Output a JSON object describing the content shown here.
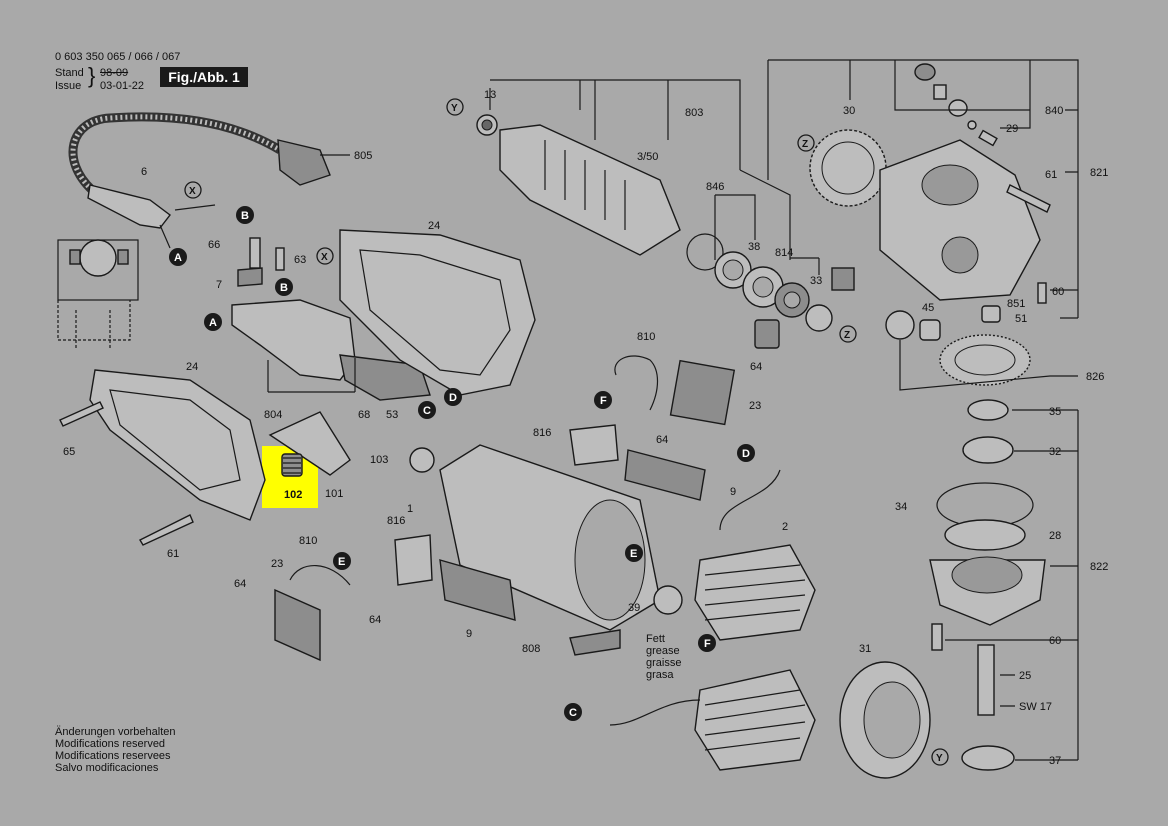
{
  "header": {
    "part_numbers": "0 603 350 065 / 066 / 067",
    "stand_label": "Stand",
    "issue_label": "Issue",
    "stand_value": "98-09",
    "issue_value": "03-01-22",
    "figure_label": "Fig./Abb. 1"
  },
  "notes": [
    "Änderungen vorbehalten",
    "Modifications reserved",
    "Modifications reservees",
    "Salvo modificaciones"
  ],
  "grease_label": [
    "Fett",
    "grease",
    "graisse",
    "grasa"
  ],
  "highlighted_part": "102",
  "highlight_color": "#ffff00",
  "part_labels": [
    "13",
    "803",
    "3/50",
    "846",
    "38",
    "814",
    "33",
    "30",
    "840",
    "29",
    "821",
    "61",
    "60",
    "851",
    "51",
    "45",
    "826",
    "35",
    "32",
    "34",
    "28",
    "822",
    "60",
    "25",
    "SW 17",
    "37",
    "805",
    "6",
    "66",
    "63",
    "7",
    "24",
    "804",
    "68",
    "53",
    "101",
    "102",
    "24",
    "65",
    "61",
    "810",
    "23",
    "64",
    "816",
    "64",
    "103",
    "1",
    "9",
    "2",
    "810",
    "816",
    "23",
    "64",
    "64",
    "9",
    "39",
    "808",
    "31"
  ],
  "connector_letters": [
    "A",
    "B",
    "C",
    "D",
    "E",
    "F",
    "X",
    "Y",
    "Z"
  ]
}
